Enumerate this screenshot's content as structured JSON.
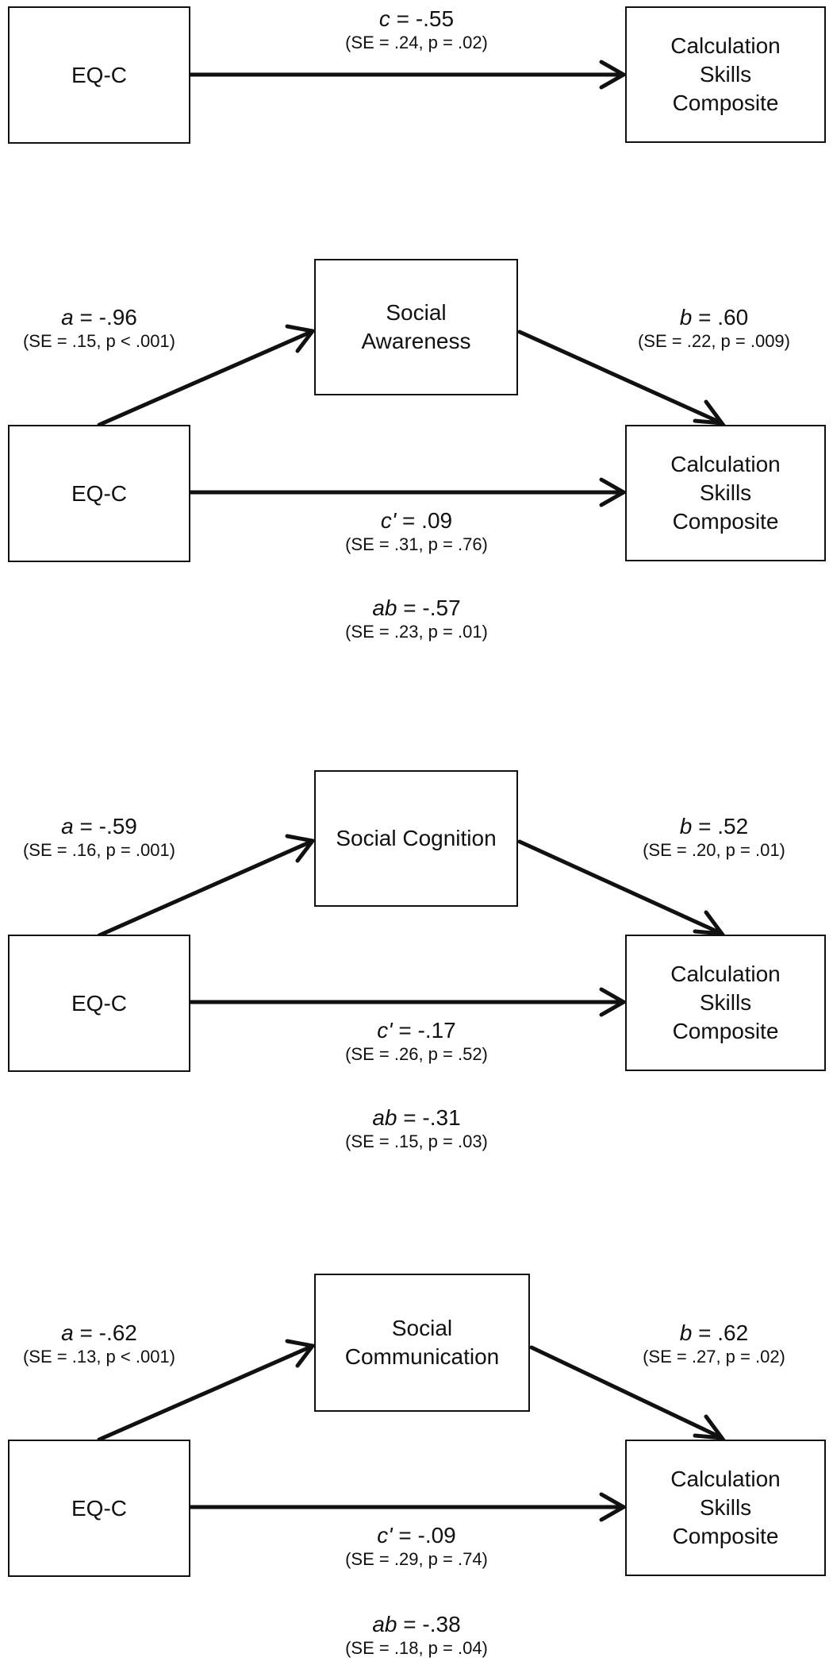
{
  "panels": [
    {
      "c": {
        "sym": "c",
        "val": " = -.55",
        "stats": "(SE = .24, p = .02)"
      },
      "left": "EQ-C",
      "right": "Calculation\nSkills\nComposite"
    },
    {
      "mediator": "Social\nAwareness",
      "left": "EQ-C",
      "right": "Calculation\nSkills\nComposite",
      "a": {
        "sym": "a",
        "val": " = -.96",
        "stats": "(SE = .15, p < .001)"
      },
      "b": {
        "sym": "b",
        "val": " = .60",
        "stats": "(SE = .22, p = .009)"
      },
      "cp": {
        "sym": "c'",
        "val": " = .09",
        "stats": "(SE = .31, p = .76)"
      },
      "ab": {
        "sym": "ab",
        "val": " = -.57",
        "stats": "(SE = .23, p = .01)"
      }
    },
    {
      "mediator": "Social Cognition",
      "left": "EQ-C",
      "right": "Calculation\nSkills\nComposite",
      "a": {
        "sym": "a",
        "val": " = -.59",
        "stats": "(SE = .16, p = .001)"
      },
      "b": {
        "sym": "b",
        "val": " = .52",
        "stats": "(SE = .20, p = .01)"
      },
      "cp": {
        "sym": "c'",
        "val": " = -.17",
        "stats": "(SE = .26, p = .52)"
      },
      "ab": {
        "sym": "ab",
        "val": " = -.31",
        "stats": "(SE = .15, p = .03)"
      }
    },
    {
      "mediator": "Social\nCommunication",
      "left": "EQ-C",
      "right": "Calculation\nSkills\nComposite",
      "a": {
        "sym": "a",
        "val": " = -.62",
        "stats": "(SE = .13, p < .001)"
      },
      "b": {
        "sym": "b",
        "val": " = .62",
        "stats": "(SE = .27, p = .02)"
      },
      "cp": {
        "sym": "c'",
        "val": " = -.09",
        "stats": "(SE = .29, p = .74)"
      },
      "ab": {
        "sym": "ab",
        "val": " = -.38",
        "stats": "(SE = .18, p = .04)"
      }
    }
  ]
}
